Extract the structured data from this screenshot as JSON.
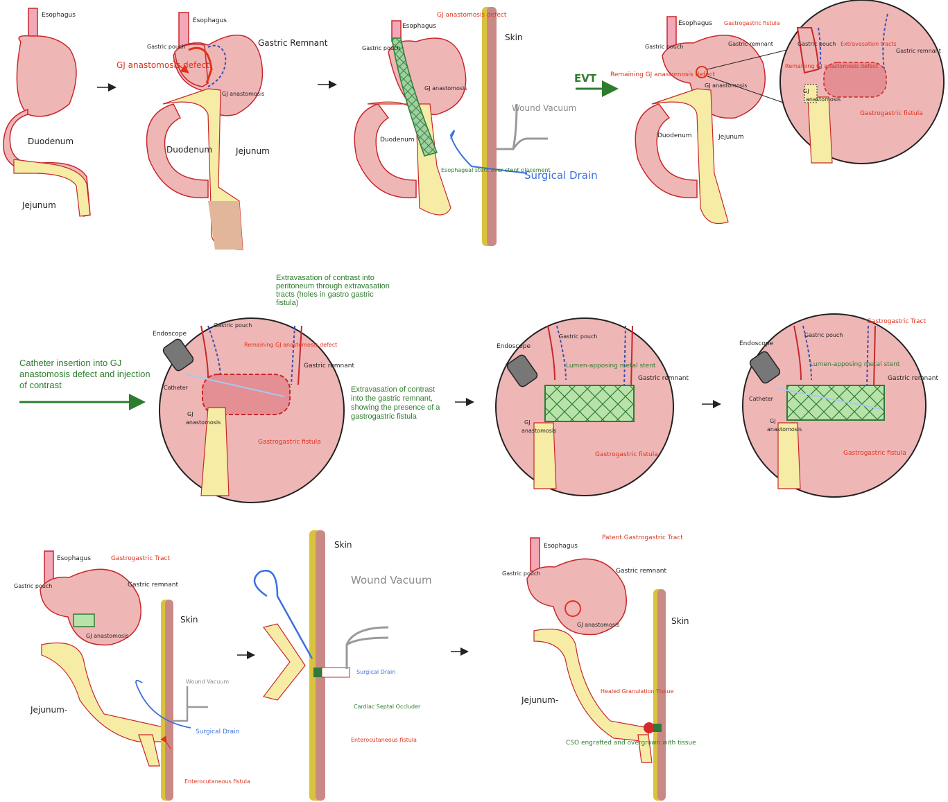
{
  "colors": {
    "stomach": "#efb6b6",
    "stomach_outline": "#c8272b",
    "jejunum": "#f6eca6",
    "skin_outer": "#d9c33d",
    "skin_inner": "#c98a86",
    "stent_green": "#2f7a3a",
    "drain_blue": "#3b6fe0",
    "vacuum_gray": "#9a9a9a",
    "staple_blue": "#3b4fb0",
    "annotation_red": "#e0321c",
    "annotation_green": "#2e7d2e"
  },
  "row1": {
    "panel1": {
      "esophagus": "Esophagus",
      "duodenum": "Duodenum",
      "jejunum": "Jejunum"
    },
    "panel2": {
      "esophagus": "Esophagus",
      "gastric_pouch": "Gastric pouch",
      "gastric_remnant": "Gastric Remnant",
      "defect": "GJ anastomosis defect",
      "gj": "GJ anastomosis",
      "duodenum": "Duodenum",
      "jejunum": "Jejunum"
    },
    "panel3": {
      "esophagus": "Esophagus",
      "gastric_pouch": "Gastric pouch",
      "defect": "GJ anastomosis defect",
      "gj": "GJ anastomosis",
      "duodenum": "Duodenum",
      "stent": "Esophageal stent over stent placement",
      "skin": "Skin",
      "vacuum": "Wound Vacuum",
      "drain": "Surgical Drain"
    },
    "evt": "EVT",
    "panel4": {
      "esophagus": "Esophagus",
      "gastric_pouch": "Gastric pouch",
      "gastric_remnant": "Gastric remnant",
      "gg_fistula": "Gastrogastric fistula",
      "remaining": "Remaining GJ anastomosis defect",
      "gj": "GJ anastomosis",
      "duodenum": "Duodenum",
      "jejunum": "Jejunum"
    },
    "zoom": {
      "gastric_pouch": "Gastric pouch",
      "gastric_remnant": "Gastric remnant",
      "tracts": "Extravasation tracts",
      "remaining": "Remaining GJ anastomosis defect",
      "gj": "GJ",
      "anast": "anastomosis",
      "fistula": "Gastrogastric fistula"
    }
  },
  "row2": {
    "catheter_note": "Catheter insertion into GJ anastomosis defect and injection of contrast",
    "extravasation_top": "Extravasation of contrast into peritoneum through extravasation tracts (holes in gastro gastric fistula)",
    "extravasation_right": "Extravasation of contrast into the gastric remnant, showing the presence of a gastrogastric fistula",
    "circle1": {
      "endoscope": "Endoscope",
      "gastric_pouch": "Gastric pouch",
      "remaining": "Remaining GJ anastomosis defect",
      "catheter": "Catheter",
      "gastric_remnant": "Gastric remnant",
      "gj": "GJ",
      "anast": "anastomosis",
      "fistula": "Gastrogastric fistula"
    },
    "circle2": {
      "endoscope": "Endoscope",
      "gastric_pouch": "Gastric pouch",
      "lams": "Lumen-apposing metal stent",
      "gastric_remnant": "Gastric remnant",
      "gj": "GJ",
      "anast": "anastomosis",
      "fistula": "Gastrogastric fistula"
    },
    "circle3": {
      "endoscope": "Endoscope",
      "gastric_pouch": "Gastric pouch",
      "lams": "Lumen-apposing metal stent",
      "gastric_remnant": "Gastric remnant",
      "tract": "Gastrogastric Tract",
      "catheter": "Catheter",
      "gj": "GJ",
      "anast": "anastomosis",
      "fistula": "Gastrogastric fistula"
    }
  },
  "row3": {
    "panel1": {
      "esophagus": "Esophagus",
      "gastric_pouch": "Gastric pouch",
      "gastric_remnant": "Gastric remnant",
      "tract": "Gastrogastric Tract",
      "gj": "GJ anastomosis",
      "jejunum": "Jejunum-",
      "skin": "Skin",
      "vacuum": "Wound Vacuum",
      "drain": "Surgical Drain",
      "ecf": "Enterocutaneous fistula"
    },
    "panel2": {
      "skin": "Skin",
      "vacuum": "Wound Vacuum",
      "drain": "Surgical Drain",
      "cso": "Cardiac Septal Occluder",
      "ecf": "Enterocutaneous fistula"
    },
    "panel3": {
      "esophagus": "Esophagus",
      "gastric_pouch": "Gastric pouch",
      "patent": "Patent Gastrogastric Tract",
      "gastric_remnant": "Gastric remnant",
      "gj": "GJ anastomosis",
      "jejunum": "Jejunum-",
      "skin": "Skin",
      "healed": "Healed Granulation Tissue",
      "cso_engrafted": "CSO engrafted and overgrown with tissue"
    }
  }
}
